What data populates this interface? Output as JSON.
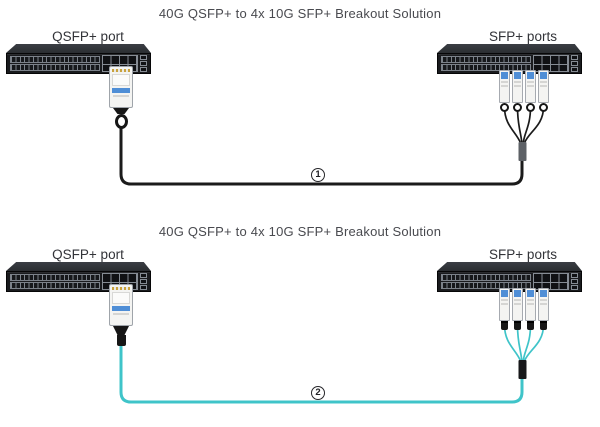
{
  "diagrams": [
    {
      "title": "40G QSFP+ to 4x 10G SFP+ Breakout Solution",
      "left_label": "QSFP+ port",
      "right_label": "SFP+ ports",
      "marker": "1",
      "cable_color": "#1b1b1b",
      "splitter_color": "#5d6166"
    },
    {
      "title": "40G QSFP+ to 4x 10G SFP+ Breakout Solution",
      "left_label": "QSFP+ port",
      "right_label": "SFP+ ports",
      "marker": "2",
      "cable_color": "#3fc4c9",
      "splitter_color": "#17181a"
    }
  ],
  "palette": {
    "background": "#ffffff",
    "switch_front": "#1a1b1e",
    "switch_top": "#33363b",
    "port_outline": "#7c828a",
    "module_body": "#f4f4f2",
    "module_stripe_blue": "#4f8ed6",
    "title_text": "#494a4f",
    "label_text": "#323338",
    "dac_cable_black": "#1b1b1b",
    "aoc_cable_cyan": "#3fc4c9"
  }
}
